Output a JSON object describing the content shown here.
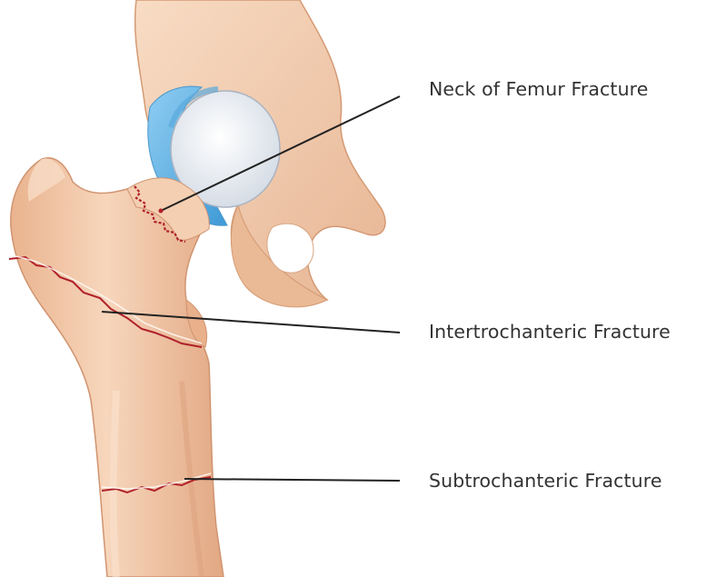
{
  "labels": {
    "neck": "Neck of Femur Fracture",
    "intertrochanteric": "Intertrochanteric Fracture",
    "subtrochanteric": "Subtrochanteric Fracture"
  },
  "colors": {
    "bone": "#f3c8a8",
    "bone_shadow": "#d89c78",
    "cartilage": "#6fb8e6",
    "femoral_head": "#eef2f6",
    "fracture_line": "#b0202a",
    "leader_line": "#222222"
  }
}
